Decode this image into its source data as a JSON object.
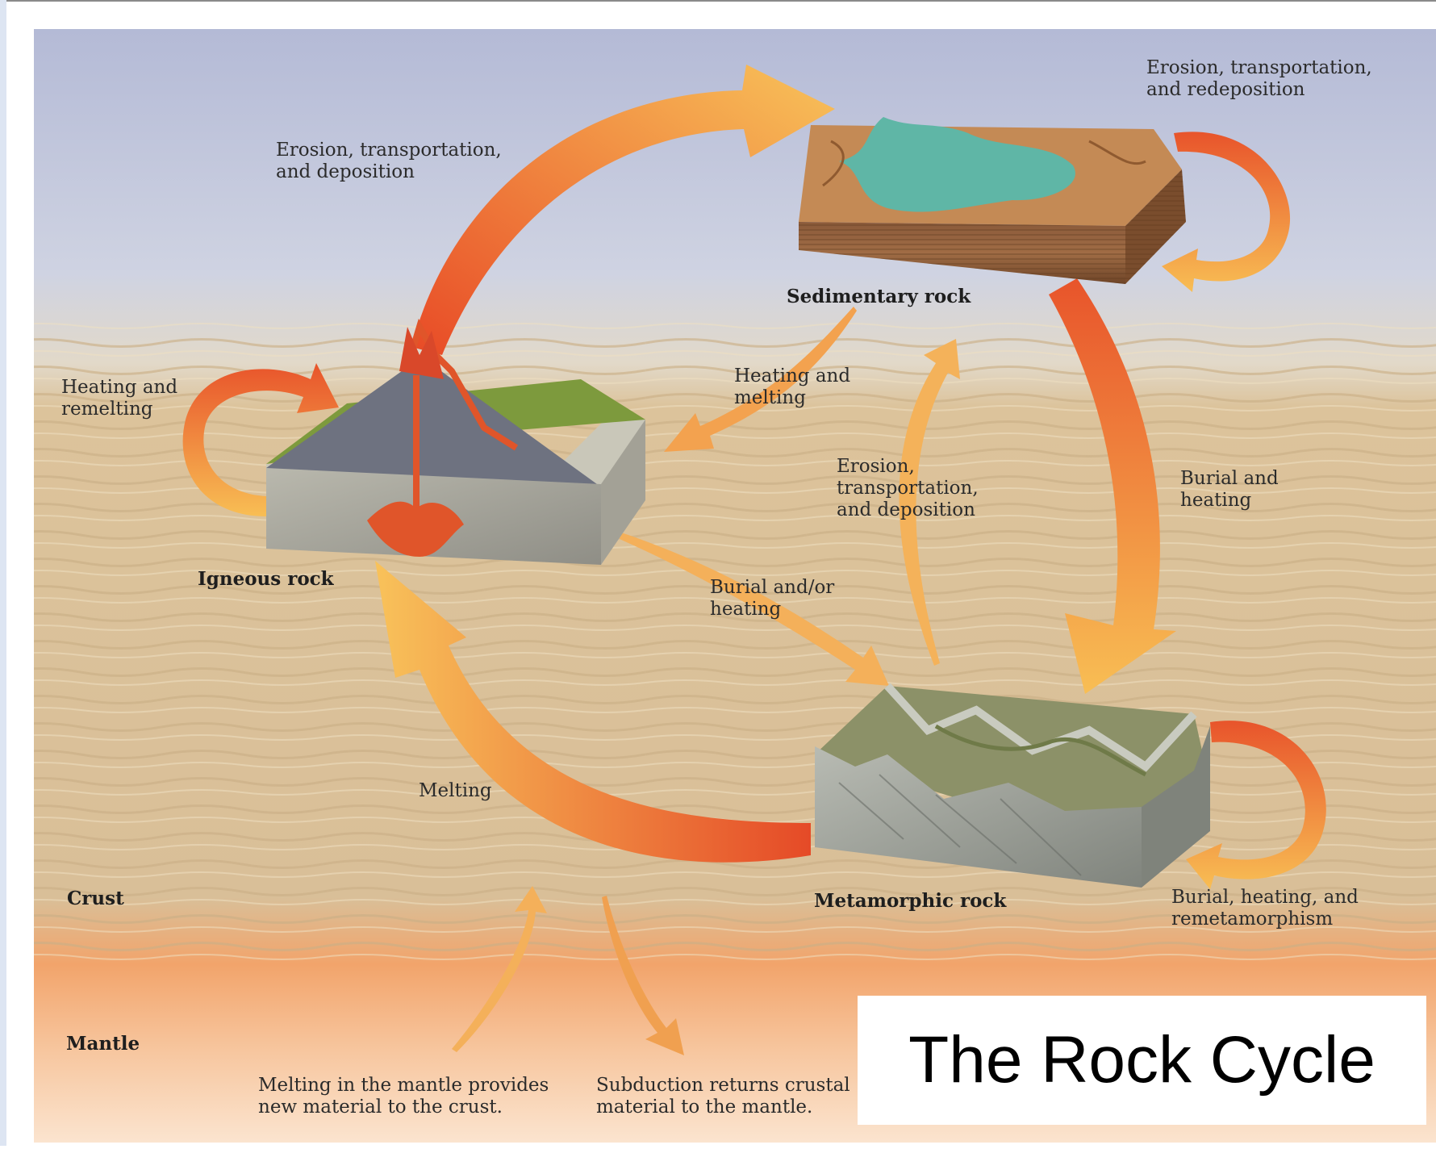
{
  "title": "The Rock Cycle",
  "rock_types": {
    "sedimentary": "Sedimentary rock",
    "igneous": "Igneous rock",
    "metamorphic": "Metamorphic rock"
  },
  "layers": {
    "crust": "Crust",
    "mantle": "Mantle"
  },
  "processes": {
    "igneous_to_sedimentary": "Erosion, transportation,\nand deposition",
    "sedimentary_loop": "Erosion, transportation,\nand redeposition",
    "igneous_loop": "Heating and\nremelting",
    "sedimentary_to_igneous": "Heating and\nmelting",
    "metamorphic_to_sedimentary": "Erosion,\ntransportation,\nand deposition",
    "sedimentary_to_metamorphic": "Burial and\nheating",
    "igneous_to_metamorphic": "Burial and/or\nheating",
    "metamorphic_to_igneous": "Melting",
    "metamorphic_loop": "Burial, heating, and\nremetamorphism"
  },
  "notes": {
    "mantle_melting": "Melting in the mantle provides\nnew material to the crust.",
    "subduction": "Subduction returns crustal\nmaterial to the mantle."
  },
  "colors": {
    "sky": "#b9bfd8",
    "crust": "#dcc39a",
    "mantle": "#f39a5a",
    "arrow_start": "#e8542b",
    "arrow_end": "#f7bf4e",
    "sediment_water": "#5fb6a6",
    "grass": "#7a9a3a",
    "lava": "#e0552a"
  }
}
